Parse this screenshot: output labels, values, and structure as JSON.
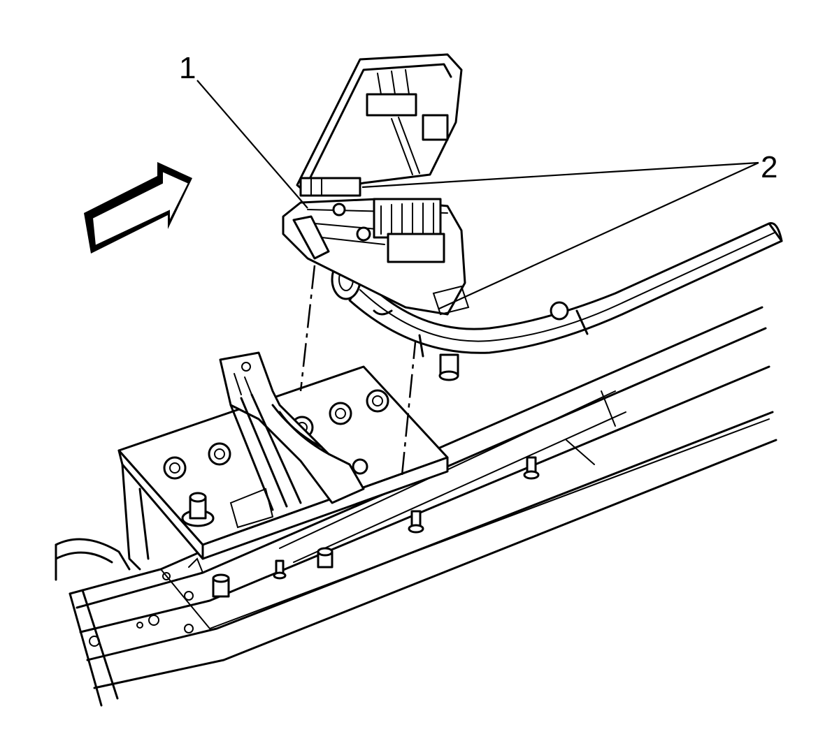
{
  "callouts": [
    {
      "label": "1",
      "target": "fuse-block-cover-latch"
    },
    {
      "label": "2",
      "target": "fuse-block-retainers"
    }
  ],
  "icons": {
    "direction_arrow": "arrow-icon"
  },
  "colors": {
    "line": "#000000",
    "background": "#ffffff"
  }
}
